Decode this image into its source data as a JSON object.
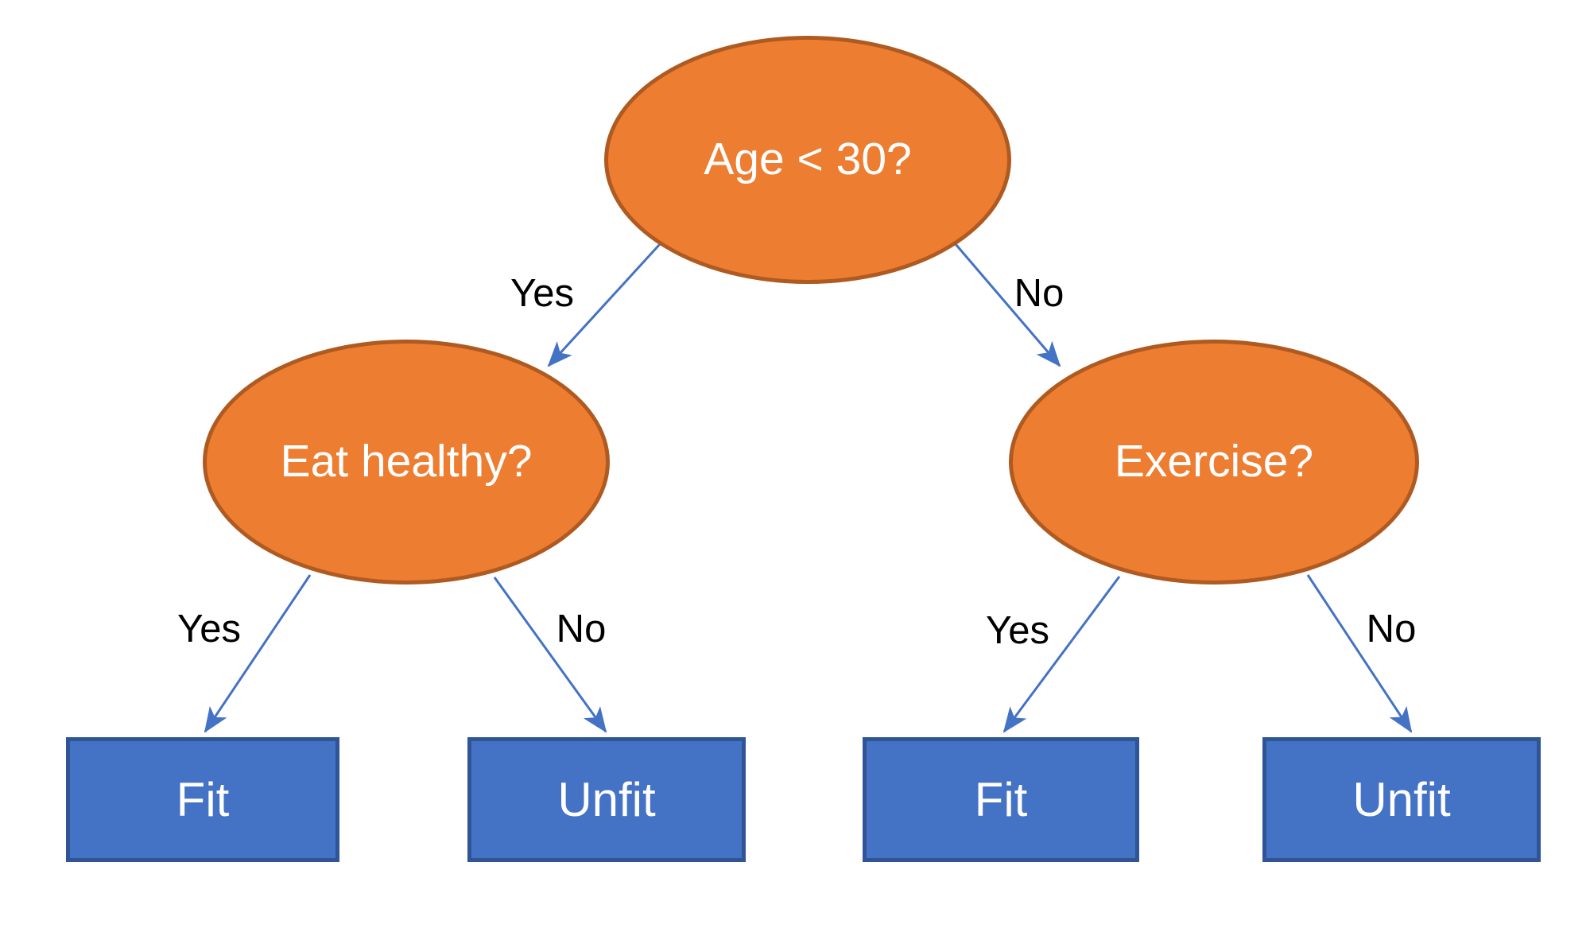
{
  "diagram": {
    "type": "decision-tree",
    "nodes": [
      {
        "id": "age",
        "label": "Age < 30?",
        "shape": "ellipse",
        "role": "decision"
      },
      {
        "id": "eat-healthy",
        "label": "Eat healthy?",
        "shape": "ellipse",
        "role": "decision"
      },
      {
        "id": "exercise",
        "label": "Exercise?",
        "shape": "ellipse",
        "role": "decision"
      },
      {
        "id": "fit-left",
        "label": "Fit",
        "shape": "rectangle",
        "role": "outcome"
      },
      {
        "id": "unfit-left",
        "label": "Unfit",
        "shape": "rectangle",
        "role": "outcome"
      },
      {
        "id": "fit-right",
        "label": "Fit",
        "shape": "rectangle",
        "role": "outcome"
      },
      {
        "id": "unfit-right",
        "label": "Unfit",
        "shape": "rectangle",
        "role": "outcome"
      }
    ],
    "edges": [
      {
        "from": "age",
        "to": "eat-healthy",
        "label": "Yes"
      },
      {
        "from": "age",
        "to": "exercise",
        "label": "No"
      },
      {
        "from": "eat-healthy",
        "to": "fit-left",
        "label": "Yes"
      },
      {
        "from": "eat-healthy",
        "to": "unfit-left",
        "label": "No"
      },
      {
        "from": "exercise",
        "to": "fit-right",
        "label": "Yes"
      },
      {
        "from": "exercise",
        "to": "unfit-right",
        "label": "No"
      }
    ],
    "colors": {
      "decision_fill": "#ED7D31",
      "decision_border": "#AE5A21",
      "outcome_fill": "#4472C4",
      "outcome_border": "#2F5597",
      "arrow_color": "#4472C4",
      "node_text": "#FFFFFF",
      "edge_label_text": "#000000",
      "background": "#FFFFFF"
    }
  }
}
